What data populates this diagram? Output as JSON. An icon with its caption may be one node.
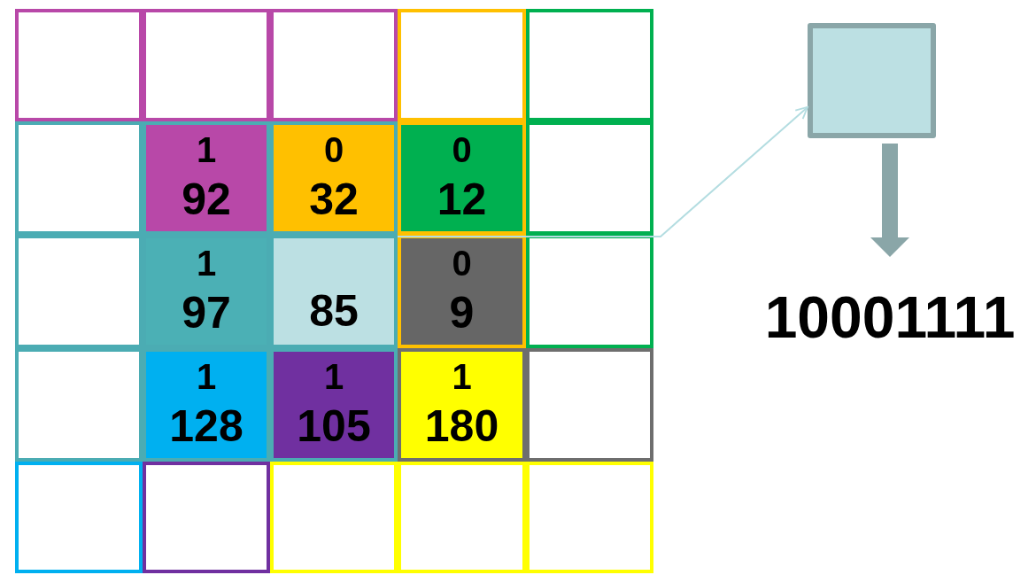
{
  "diagram": {
    "nodes": [
      {
        "text": [],
        "shape": "box"
      },
      {
        "text": [],
        "shape": "box"
      },
      {
        "text": [],
        "shape": "box"
      },
      {
        "text": [],
        "shape": "box"
      },
      {
        "text": [],
        "shape": "box"
      },
      {
        "text": [],
        "shape": "box"
      },
      {
        "text": [
          "1",
          "92"
        ]
      },
      {
        "text": [
          "0",
          "32"
        ]
      },
      {
        "text": [
          "0",
          "12"
        ]
      },
      {
        "text": [],
        "shape": "box"
      },
      {
        "text": [],
        "shape": "box"
      },
      {
        "text": [
          "1",
          "97"
        ]
      },
      {
        "text": [
          "85"
        ]
      },
      {
        "text": [
          "0",
          "9"
        ]
      },
      {
        "text": [],
        "shape": "box"
      },
      {
        "text": [],
        "shape": "box"
      },
      {
        "text": [
          "1",
          "128"
        ]
      },
      {
        "text": [
          "1",
          "105"
        ]
      },
      {
        "text": [
          "1",
          "180"
        ]
      },
      {
        "text": [],
        "shape": "box"
      },
      {
        "text": [],
        "shape": "box"
      },
      {
        "text": [],
        "shape": "box"
      },
      {
        "text": [],
        "shape": "box"
      },
      {
        "text": [],
        "shape": "box"
      },
      {
        "text": [],
        "shape": "box"
      },
      {
        "text": [],
        "shape": "box"
      },
      {
        "text": [
          "10001111"
        ]
      }
    ],
    "edges": [
      {
        "from": 12,
        "to": 25,
        "arrow": "to",
        "color": "#b4dde1"
      },
      {
        "from": 25,
        "to": 26,
        "arrow": "to",
        "style": "thick",
        "color": "#8aa6a8"
      }
    ]
  }
}
